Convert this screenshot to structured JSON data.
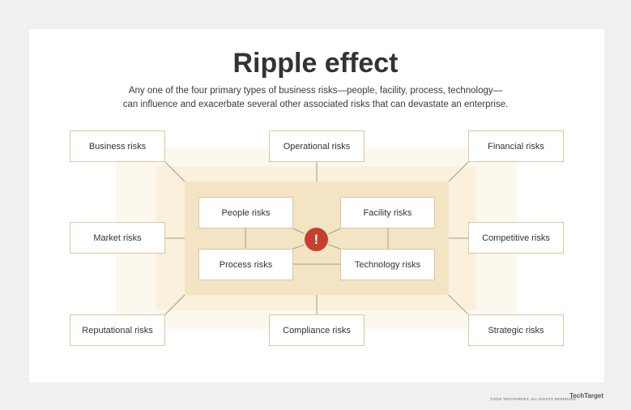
{
  "title": "Ripple effect",
  "subtitle": {
    "line1": "Any one of the four primary types of business risks—people, facility, process, technology—",
    "line2": "can influence and exacerbate several other associated risks that can devastate an enterprise."
  },
  "inner_risks": {
    "people": "People risks",
    "facility": "Facility risks",
    "process": "Process risks",
    "technology": "Technology risks"
  },
  "outer_risks": {
    "business": "Business risks",
    "operational": "Operational risks",
    "financial": "Financial risks",
    "market": "Market risks",
    "competitive": "Competitive risks",
    "reputational": "Reputational risks",
    "compliance": "Compliance risks",
    "strategic": "Strategic risks"
  },
  "center_icon": "!",
  "colors": {
    "alert": "#c4412e",
    "band_inner": "#f3e5c4",
    "band_mid": "#faf0dc",
    "band_outer": "#fdf8ee",
    "box_border": "#d8c7a4",
    "line": "#a89a80"
  },
  "footer": {
    "copyright": "©2020 TECHTARGET. ALL RIGHTS RESERVED",
    "logo": "TechTarget"
  }
}
